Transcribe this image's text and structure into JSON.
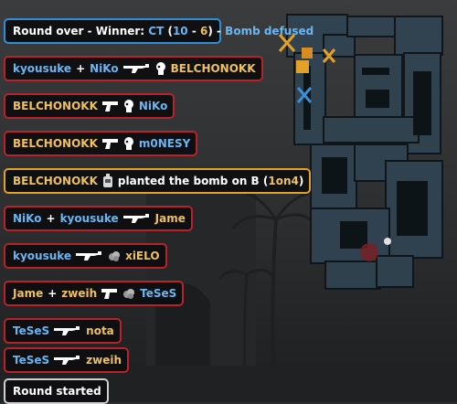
{
  "colors": {
    "ct": "#69b6f2",
    "t": "#f0c05a",
    "frame_red": "#b8232a",
    "frame_blue": "#2e8fd6",
    "frame_gold": "#e3a127"
  },
  "feed": {
    "round_over": {
      "prefix": "Round over - Winner: ",
      "team": "CT",
      "open": " (",
      "score_ct": "10",
      "dash": " - ",
      "score_t": "6",
      "close": ")",
      "sep": " - ",
      "reason": "Bomb defused"
    },
    "kills": [
      {
        "killer": "kyousuke",
        "assister": "NiKo",
        "weapon": "rifle-icon",
        "modifier": "headshot-icon",
        "victim": "BELCHONOKK"
      },
      {
        "killer": "BELCHONOKK",
        "weapon": "pistol-icon",
        "modifier": "headshot-icon",
        "victim": "NiKo"
      },
      {
        "killer": "BELCHONOKK",
        "weapon": "pistol-icon",
        "modifier": "headshot-icon",
        "victim": "m0NESY"
      }
    ],
    "plant": {
      "player": "BELCHONOKK",
      "icon": "bomb-icon",
      "text": "planted the bomb on B (",
      "situation": "1on4",
      "close": ")"
    },
    "kills2": [
      {
        "killer": "NiKo",
        "assister": "kyousuke",
        "weapon": "rifle-icon",
        "victim": "Jame"
      },
      {
        "killer": "kyousuke",
        "weapon": "rifle-icon",
        "modifier": "smoke-icon",
        "victim": "xiELO"
      },
      {
        "killer": "Jame",
        "assister": "zweih",
        "weapon": "pistol-icon",
        "modifier": "smoke-icon",
        "victim": "TeSeS"
      },
      {
        "killer": "TeSeS",
        "weapon": "rifle-icon",
        "victim": "nota"
      },
      {
        "killer": "TeSeS",
        "weapon": "rifle-icon",
        "victim": "zweih"
      }
    ],
    "round_started": "Round started"
  },
  "minimap": {
    "name": "minimap"
  }
}
